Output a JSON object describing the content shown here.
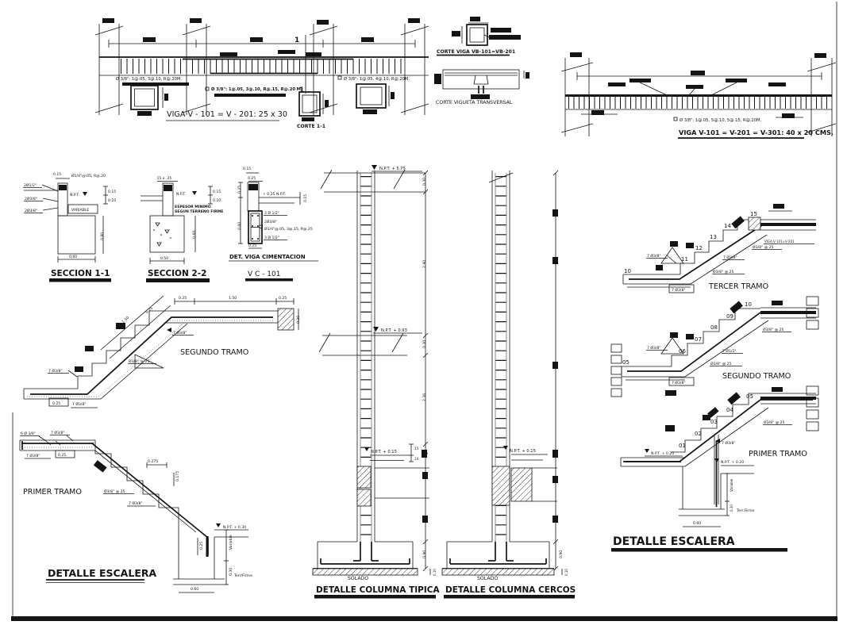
{
  "colors": {
    "ink": "#141414",
    "paper": "#ffffff"
  },
  "beam_left": {
    "title": "VIGA V - 101 = V - 201: 25 x 30",
    "cut_top": "1",
    "cut_bottom": "1",
    "corte_label": "CORTE 1-1",
    "note_left": "Ø 3/8\": 1@.05, 3@.10, R@.20M.",
    "note_center": "Ø 3/8\": 1@.05, 3@.10, R@.15, R@.20 M.",
    "note_right": "Ø 3/8\": 1@.05, 4@.10, R@.20M."
  },
  "corte_viga_vb": {
    "title": "CORTE VIGA VB-101=VB-201"
  },
  "corte_vigueta": {
    "title": "CORTE VIGUETA TRANSVERSAL"
  },
  "beam_right": {
    "note": "Ø 3/8\": 1@.05, 5@.10, 5@.15, R@.20M.",
    "title": "VIGA V-101 = V-201 = V-301: 40 x 20 CMS."
  },
  "seccion_1_1": {
    "title": "SECCION 1-1",
    "dim_top": "0.15",
    "note": "Ø1/4\"@.05, R@.20",
    "rebar_a": "2Ø1/2\"",
    "rebar_b": "2Ø3/8\"",
    "rebar_c": "2Ø3/8\"",
    "npt": "N.P.T.",
    "variable": "VARIABLE",
    "dim_r1": "0.15",
    "dim_r2": "0.10",
    "dim_h": "0.80",
    "dim_w": "0.60"
  },
  "seccion_2_2": {
    "title": "SECCION 2-2",
    "dim_top": ".15 o .25",
    "npt": "N.P.T.",
    "note1": "ESPESOR MINIMO",
    "note2": "SEGUN TERRENO FIRME",
    "dim_r1": "0.15",
    "dim_r2": "0.10",
    "dim_h": "0.60",
    "dim_w": "0.50"
  },
  "viga_cimentacion": {
    "title": "DET. VIGA CIMENTACION",
    "code": "V C - 101",
    "dim_top1": "0.15",
    "dim_top2": "0.25",
    "npt": "+ 0.25 N.P.T.",
    "dim_right": "0.15",
    "dim_l1": "0.25",
    "dim_l2": "0.60",
    "bar_top": "3 Ø 1/2\"",
    "bar_mid": "2Ø3/8\"",
    "stirrup": "Ø1/4\"@.05, 3@.15, R@.25",
    "bar_bot": "3 Ø 1/2\"",
    "dim_bot": "0.25"
  },
  "segundo_tramo_left": {
    "title": "SEGUNDO TRAMO",
    "dim_a": "0.25",
    "dim_b": "1.50",
    "dim_c": "0.25",
    "dim_d": "0.30",
    "diag_a": "1.50",
    "diag_b": "0.25",
    "lbl_top": "7 Ø3/8\"",
    "lbl_mid": "Ø3/8\" @.25",
    "lbl_low": "7 Ø3/8\"",
    "dim_e": "0.25",
    "lbl_bot": "7 Ø3/8\""
  },
  "primer_tramo_left": {
    "title": "PRIMER TRAMO",
    "sheet_title": "DETALLE ESCALERA",
    "lbl1": "6 Ø 3/8\"",
    "lbl2": "7 Ø3/8\"",
    "lbl3": "7 Ø3/8\"",
    "dim1": "0.25",
    "lbl4": "Ø3/8\" @.25",
    "lbl5": "7 Ø3/8\"",
    "dim2": "0.275",
    "dim3": "0.175",
    "npt": "N.P.T. + 0.30",
    "dim4": "0.25",
    "variable": "Variable",
    "dim5": "0.30",
    "terr": "Terr/Firme",
    "dim6": "0.60"
  },
  "columna_tipica": {
    "title": "DETALLE COLUMNA TIPICA",
    "npt_top": "N.P.T. + 5.75",
    "npt_mid": "N.P.T. + 0.93",
    "npt_low": "N.P.T. + 0.15",
    "d1": "0.30",
    "d2": "2.90",
    "d3": "0.30",
    "d4": "2.36",
    "d5": ".15",
    "d6": ".10",
    "solado": "SOLADO",
    "d7": "0.90",
    "d8": "0.10"
  },
  "columna_cercos": {
    "title": "DETALLE COLUMNA CERCOS",
    "npt": "N.P.T. + 0.15",
    "solado": "SOLADO",
    "d1": "0.90",
    "d2": "0.10"
  },
  "tercer_tramo": {
    "title": "TERCER TRAMO",
    "steps": [
      "10",
      "11",
      "12",
      "13",
      "14",
      "15"
    ],
    "lbl1": "7 Ø3/8\"",
    "lbl2": "7 Ø3/8\"",
    "lbl3": "Ø3/8\" @.25",
    "lbl4": "Ø3/8\" @.25",
    "lbl5": "7 Ø3/8\"",
    "viga_ref": "VIGA V-101=V-201"
  },
  "segundo_tramo_right": {
    "title": "SEGUNDO TRAMO",
    "steps": [
      "05",
      "06",
      "07",
      "08",
      "09",
      "10"
    ],
    "lbl1": "7 Ø3/8\"",
    "lbl2": "Ø3/8\" @.25",
    "lbl3": "7 Ø1/2\"",
    "lbl4": "Ø3/8\" @.25",
    "lbl5": "7 Ø3/8\""
  },
  "primer_tramo_right": {
    "title": "PRIMER TRAMO",
    "big_title": "DETALLE ESCALERA",
    "steps": [
      "01",
      "02",
      "03",
      "04",
      "05"
    ],
    "lbl1": "Ø3/8\" @.25",
    "lbl2": "7 Ø3/8\"",
    "npt_left": "N.P.T. + 0.20",
    "npt_right": "N.P.T. + 0.20",
    "variable": "Variable",
    "dim1": "0.30",
    "terr": "Terr.Firme",
    "dim2": "0.60"
  }
}
